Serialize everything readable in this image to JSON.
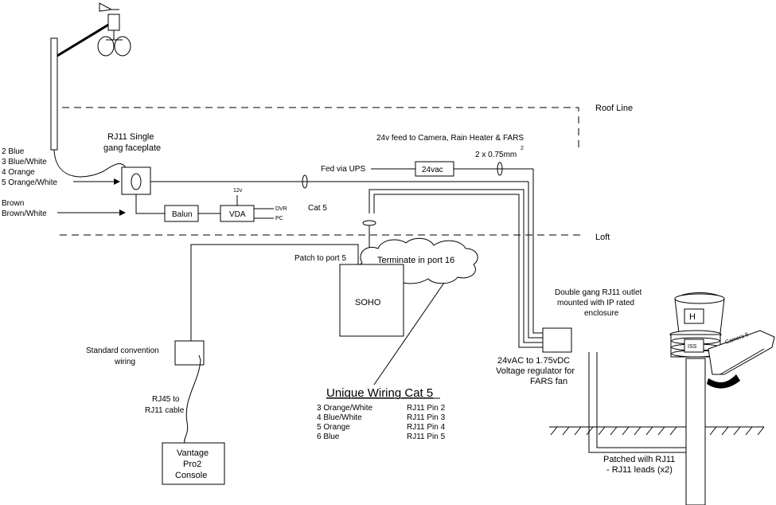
{
  "labels": {
    "roof_line": "Roof Line",
    "loft": "Loft",
    "faceplate_1": "RJ11 Single",
    "faceplate_2": "gang faceplate",
    "wire_1": "2 Blue",
    "wire_2": "3 Blue/White",
    "wire_3": "4 Orange",
    "wire_4": "5 Orange/White",
    "brown_1": "Brown",
    "brown_2": "Brown/White",
    "feed_title": "24v feed to Camera, Rain Heater & FARS",
    "cable_size": "2 x 0.75mm",
    "cable_size_sup": "2",
    "fed_via_ups": "Fed via UPS",
    "supply_24vac": "24vac",
    "balun": "Balun",
    "vda": "VDA",
    "vda_12v": "12v",
    "dvr": "DVR",
    "pc": "PC",
    "cat5": "Cat 5",
    "patch_port5": "Patch to port 5",
    "terminate_port16": "Terminate in port 16",
    "soho": "SOHO",
    "double_gang_1": "Double gang RJ11  outlet",
    "double_gang_2": "mounted with IP rated",
    "double_gang_3": "enclosure",
    "regulator_1": "24vAC to 1.75vDC",
    "regulator_2": "Voltage regulator for",
    "regulator_3": "FARS fan",
    "std_conv_1": "Standard convention",
    "std_conv_2": "wiring",
    "rj45_1": "RJ45 to",
    "rj45_2": "RJ11 cable",
    "console_1": "Vantage",
    "console_2": "Pro2",
    "console_3": "Console",
    "iss_h": "H",
    "iss": "ISS",
    "camera": "Camera 5",
    "patched_1": "Patched wilh RJ11",
    "patched_2": "- RJ11 leads (x2)"
  },
  "wiring_table": {
    "title": "Unique Wiring Cat 5",
    "rows": [
      {
        "wire": "3 Orange/White",
        "pin": "RJ11 Pin 2"
      },
      {
        "wire": "4 Blue/White",
        "pin": "RJ11 Pin 3"
      },
      {
        "wire": "5 Orange",
        "pin": "RJ11 Pin 4"
      },
      {
        "wire": "6 Blue",
        "pin": "RJ11 Pin 5"
      }
    ]
  }
}
